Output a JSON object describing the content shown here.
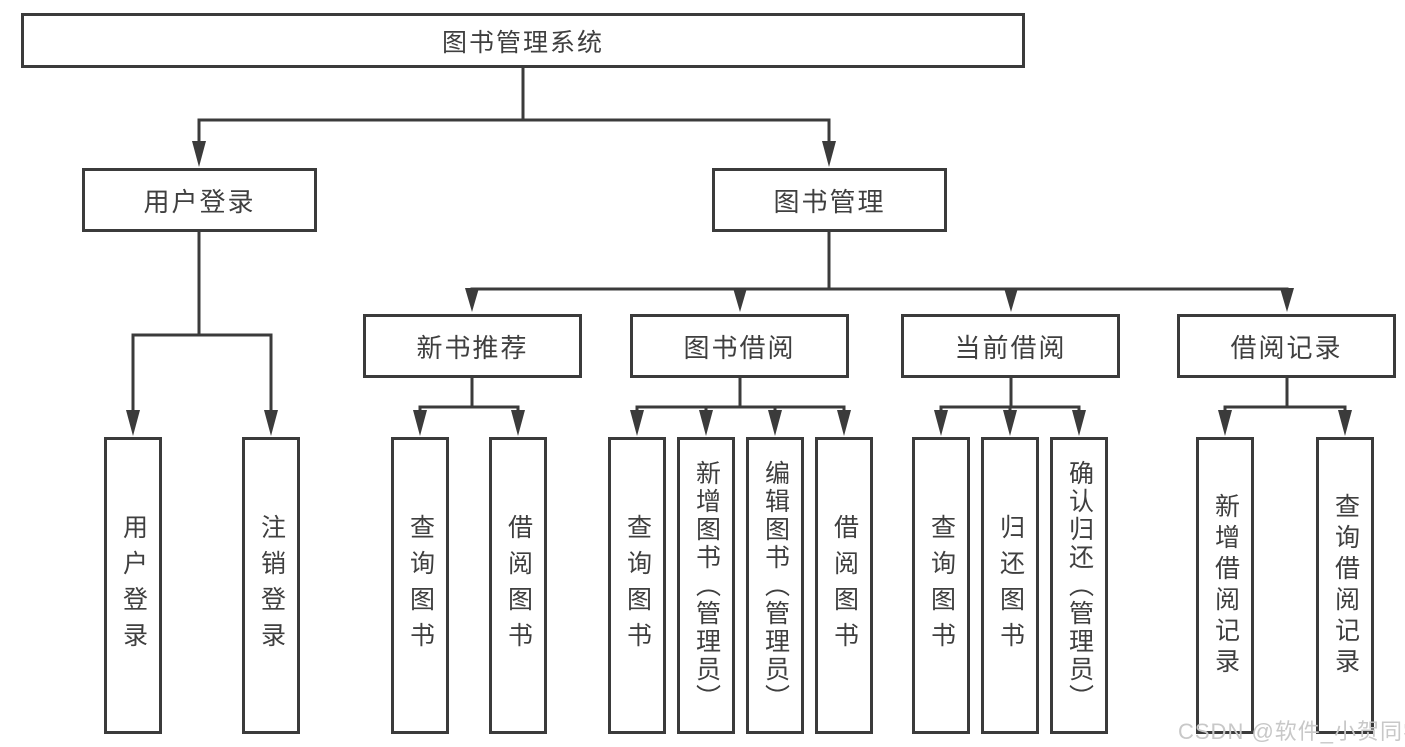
{
  "tree": {
    "label": "图书管理系统",
    "children": [
      {
        "label": "用户登录",
        "children": [
          {
            "label": "用户登录"
          },
          {
            "label": "注销登录"
          }
        ]
      },
      {
        "label": "图书管理",
        "children": [
          {
            "label": "新书推荐",
            "children": [
              {
                "label": "查询图书"
              },
              {
                "label": "借阅图书"
              }
            ]
          },
          {
            "label": "图书借阅",
            "children": [
              {
                "label": "查询图书"
              },
              {
                "label": "新增图书（管理员）"
              },
              {
                "label": "编辑图书（管理员）"
              },
              {
                "label": "借阅图书"
              }
            ]
          },
          {
            "label": "当前借阅",
            "children": [
              {
                "label": "查询图书"
              },
              {
                "label": "归还图书"
              },
              {
                "label": "确认归还（管理员）"
              }
            ]
          },
          {
            "label": "借阅记录",
            "children": [
              {
                "label": "新增借阅记录"
              },
              {
                "label": "查询借阅记录"
              }
            ]
          }
        ]
      }
    ]
  },
  "watermark": {
    "text": "CSDN @软件_小贺同学"
  },
  "colors": {
    "line": "#3b3b3b",
    "text": "#3f3f3f",
    "background": "#ffffff",
    "watermark": "#c8c8c8"
  }
}
